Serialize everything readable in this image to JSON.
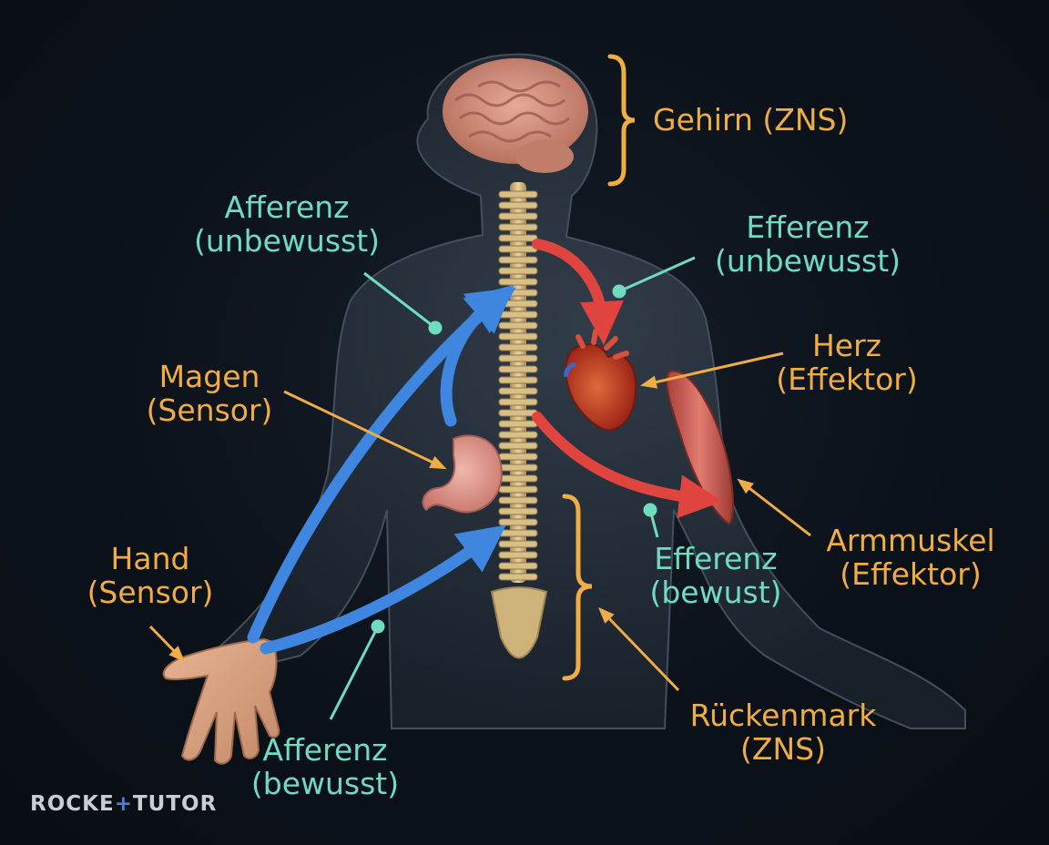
{
  "labels": {
    "gehirn": "Gehirn (ZNS)",
    "afferenz_unbewusst": [
      "Afferenz",
      "(unbewusst)"
    ],
    "efferenz_unbewusst": [
      "Efferenz",
      "(unbewusst)"
    ],
    "magen": [
      "Magen",
      "(Sensor)"
    ],
    "herz": [
      "Herz",
      "(Effektor)"
    ],
    "hand": [
      "Hand",
      "(Sensor)"
    ],
    "efferenz_bewusst": [
      "Efferenz",
      "(bewust)"
    ],
    "armmuskel": [
      "Armmuskel",
      "(Effektor)"
    ],
    "afferenz_bewusst": [
      "Afferenz",
      "(bewusst)"
    ],
    "rueckenmark": [
      "Rückenmark",
      "(ZNS)"
    ]
  },
  "logo": {
    "left": "ROCKE",
    "mark": "+",
    "right": "TUTOR"
  },
  "colors": {
    "background": "#0b1118",
    "label_cyan": "#6fdcc0",
    "label_orange": "#f1ad45",
    "afferent_arrow": "#3f86e0",
    "efferent_arrow": "#e0443f",
    "body_silhouette": "#2a3440"
  },
  "icons": [
    "brain",
    "spinal-cord",
    "heart",
    "stomach",
    "arm-muscle",
    "hand"
  ]
}
